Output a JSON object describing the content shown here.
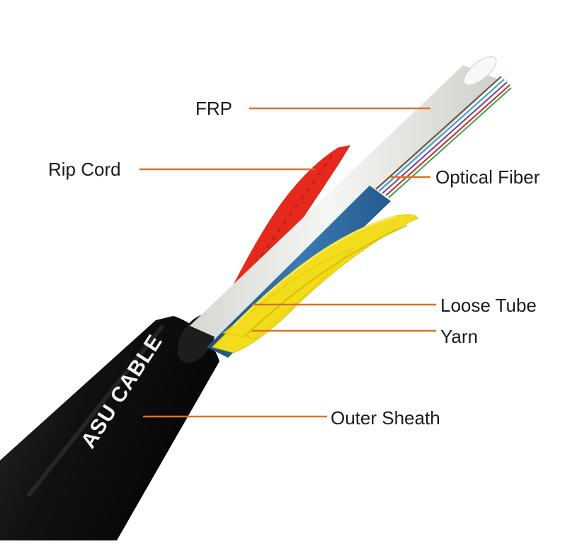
{
  "colors": {
    "leader": "#d9722b",
    "sheath": "#141414",
    "frp": "#ededeb",
    "loose_tube": "#2f6fa8",
    "yarn": "#f2dc1c",
    "rip_cord": "#e5291d",
    "text": "#1a1a1a"
  },
  "sheath_print": "ASU CABLE",
  "labels": {
    "frp": "FRP",
    "rip_cord": "Rip Cord",
    "optical_fiber": "Optical Fiber",
    "loose_tube": "Loose Tube",
    "yarn": "Yarn",
    "outer_sheath": "Outer Sheath"
  }
}
